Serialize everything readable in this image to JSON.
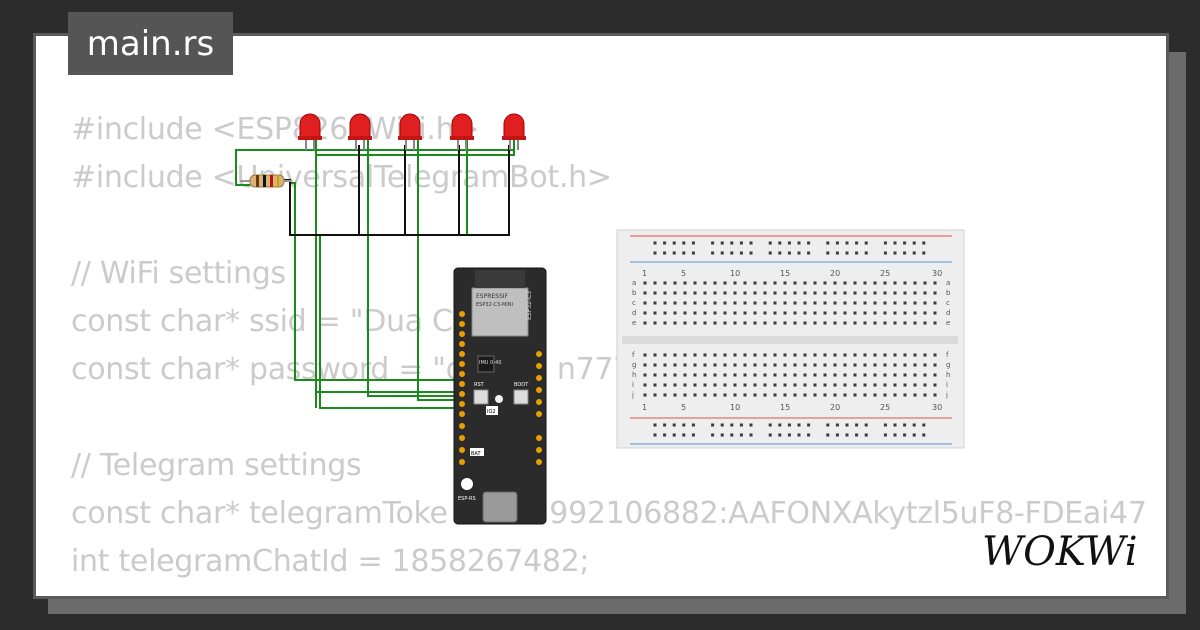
{
  "tab": {
    "filename": "main.rs"
  },
  "code": {
    "lines": [
      "#include <ESP8266WiFi.h>",
      "#include <UniversalTelegramBot.h>",
      "",
      "// WiFi settings",
      "const char* ssid = \"Dua Co",
      "const char* password = \"d          n777",
      "",
      "// Telegram settings",
      "const char* telegramToke           992106882:AAFONXAkytzl5uF8-FDEai47",
      "int telegramChatId = 1858267482;"
    ]
  },
  "board": {
    "chip_label": "ESP32-C3-MINI",
    "brand": "ESPRESSIF",
    "name": "ESP32-C3",
    "imu_label": "IMU 0-40",
    "buttons": [
      "RST",
      "BOOT"
    ],
    "io_label": "IO2",
    "bat_label": "BAT",
    "logo_text": "ESP-RS"
  },
  "breadboard": {
    "col_numbers": [
      "1",
      "5",
      "10",
      "15",
      "20",
      "25",
      "30"
    ],
    "row_letters_top": [
      "a",
      "b",
      "c",
      "d",
      "e"
    ],
    "row_letters_bottom": [
      "f",
      "g",
      "h",
      "i",
      "j"
    ]
  },
  "logo": {
    "text": "WOKWi"
  },
  "colors": {
    "led_red": "#e02020",
    "wire_green": "#1a8a1a",
    "wire_black": "#111111",
    "board": "#2b2b2b"
  }
}
